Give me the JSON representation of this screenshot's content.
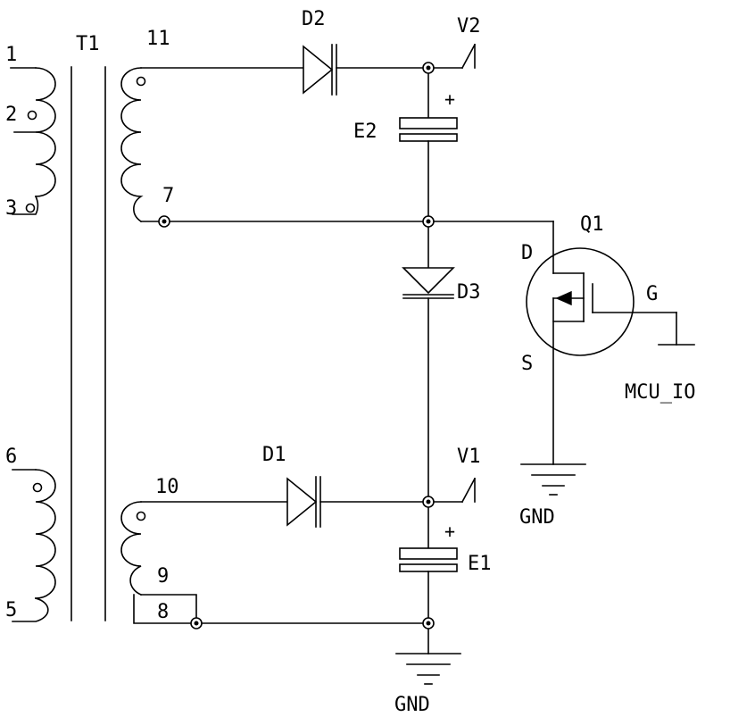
{
  "transformer": {
    "name": "T1",
    "pins": {
      "p1": "1",
      "p2": "2",
      "p3": "3",
      "p5": "5",
      "p6": "6",
      "p7": "7",
      "p8": "8",
      "p9": "9",
      "p10": "10",
      "p11": "11"
    }
  },
  "components": {
    "d1": "D1",
    "d2": "D2",
    "d3": "D3",
    "e1": "E1",
    "e2": "E2",
    "e1_polarity": "+",
    "e2_polarity": "+"
  },
  "mosfet": {
    "name": "Q1",
    "drain": "D",
    "gate": "G",
    "source": "S"
  },
  "nets": {
    "v1": "V1",
    "v2": "V2",
    "gnd_bottom": "GND",
    "gnd_right": "GND",
    "mcu_io": "MCU_IO"
  }
}
